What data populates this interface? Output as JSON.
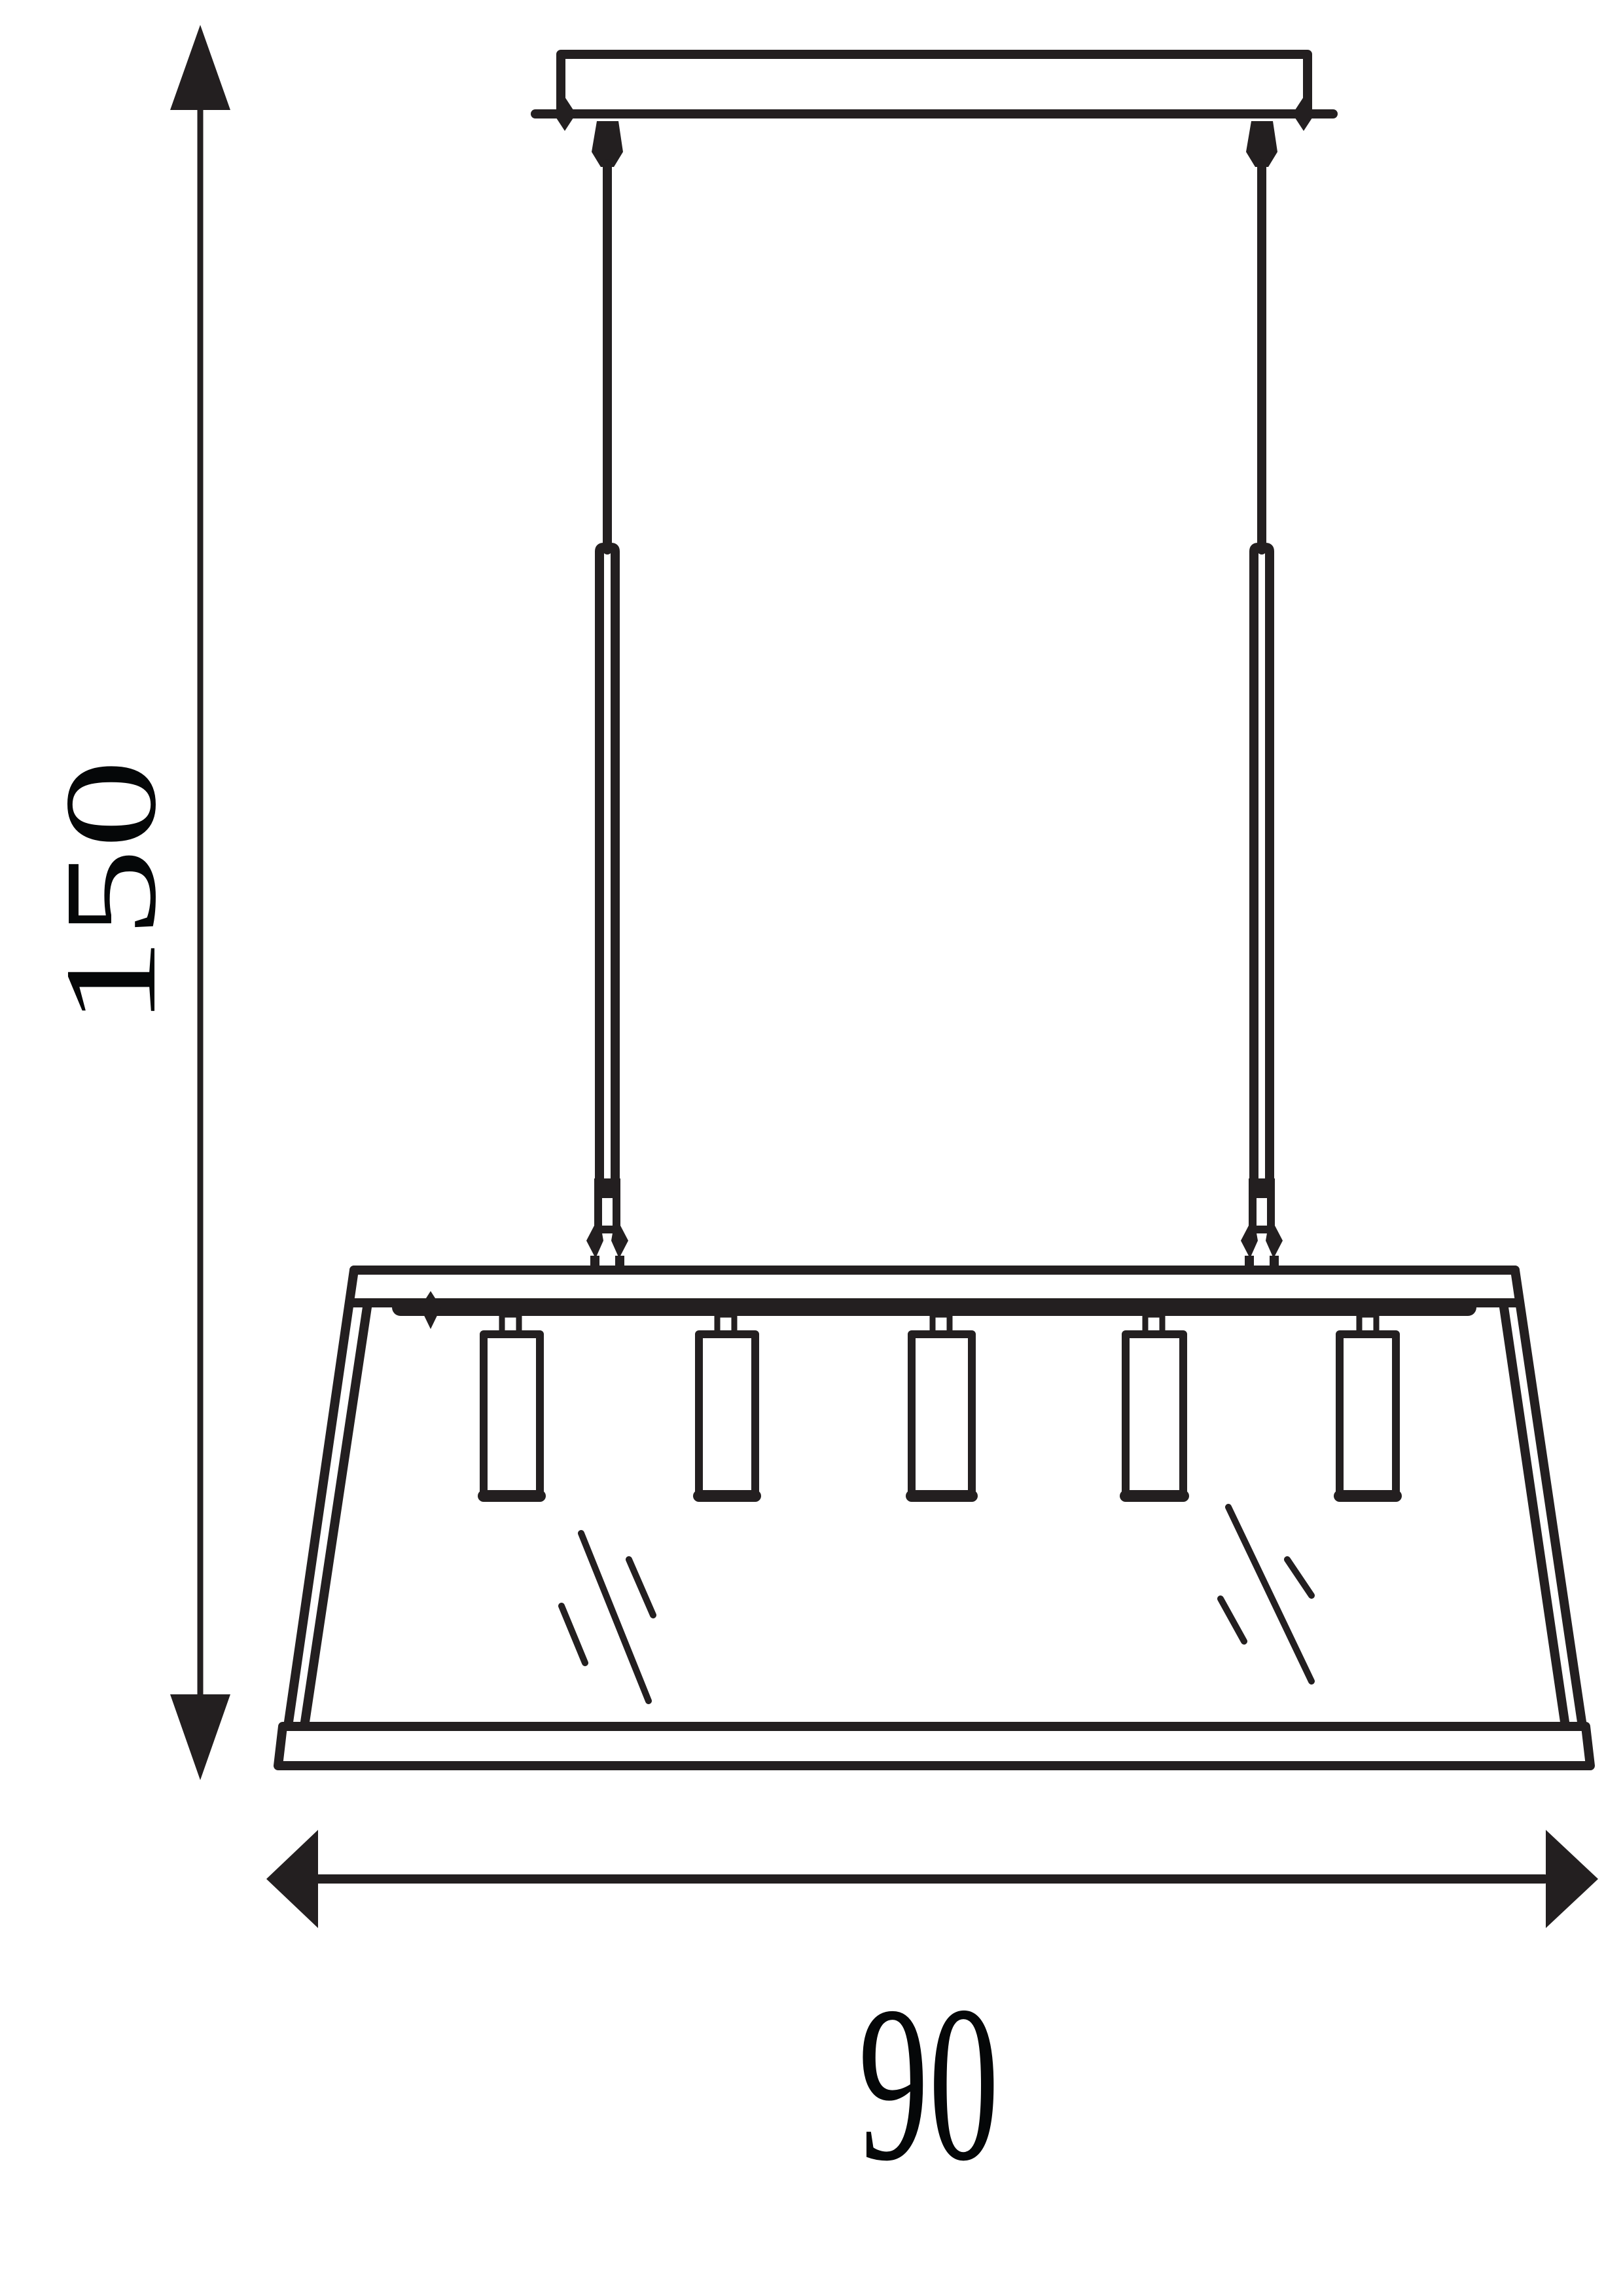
{
  "diagram": {
    "subject": "Linear pendant lamp with five cylindrical shades in trapezoidal glass frame",
    "line_color": "#231f20",
    "text_color": "#050708",
    "background": "#ffffff",
    "dimensions": {
      "height": {
        "label": "150",
        "orientation": "vertical"
      },
      "width": {
        "label": "90",
        "orientation": "horizontal"
      }
    },
    "components": {
      "canopy": "ceiling canopy bar",
      "suspension_rods": 2,
      "shades": 5,
      "glass_reflection_marks": 6
    }
  }
}
